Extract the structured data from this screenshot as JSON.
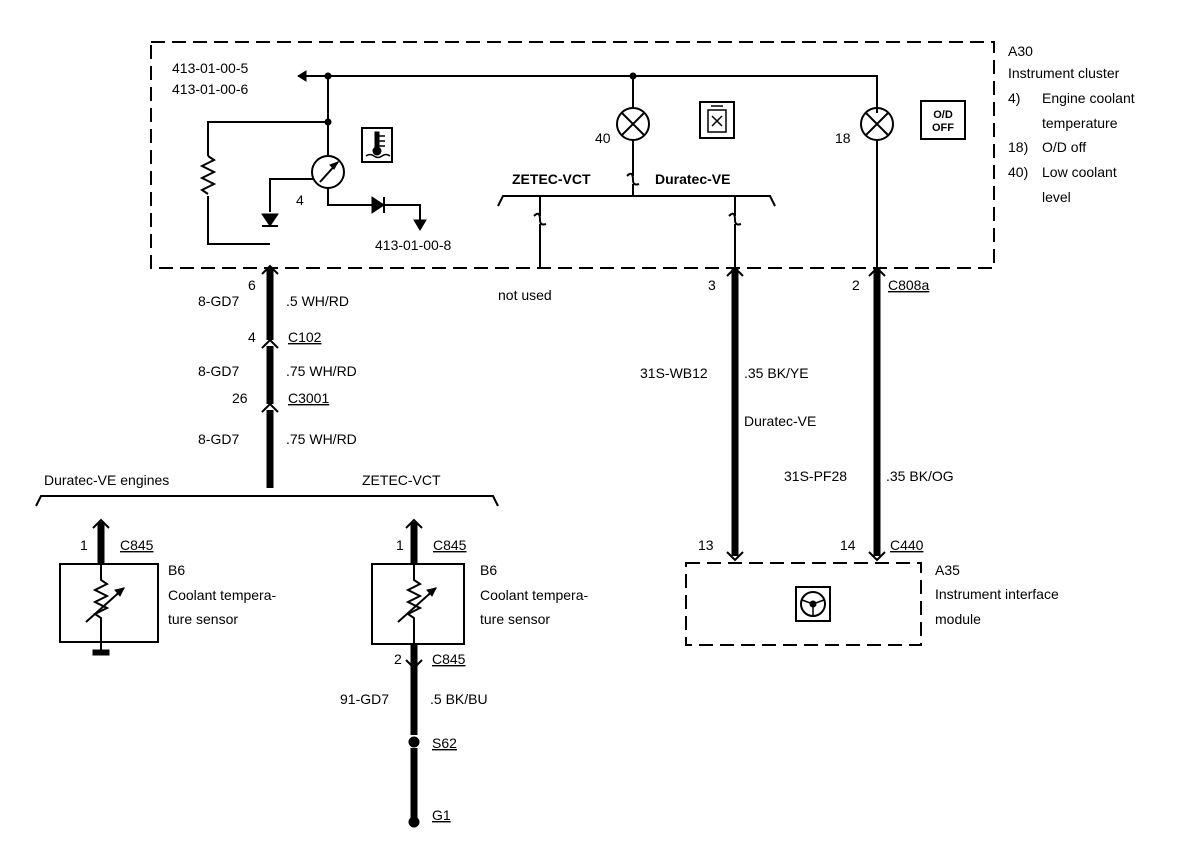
{
  "refs": {
    "r1": "413-01-00-5",
    "r2": "413-01-00-6",
    "r3": "413-01-00-8"
  },
  "a30": {
    "code": "A30",
    "title": "Instrument cluster",
    "items": [
      {
        "num": "4)",
        "lines": [
          "Engine coolant",
          "temperature"
        ]
      },
      {
        "num": "18)",
        "lines": [
          "O/D off"
        ]
      },
      {
        "num": "40)",
        "lines": [
          "Low coolant",
          "level"
        ]
      }
    ]
  },
  "od_box": [
    "O/D",
    "OFF"
  ],
  "pins": {
    "gauge": "4",
    "lamp40": "40",
    "lamp18": "18",
    "c6": "6",
    "c4": "4",
    "c26": "26",
    "c3": "3",
    "c2": "2",
    "c13": "13",
    "c14": "14",
    "s1a": "1",
    "s1b": "1",
    "s2": "2"
  },
  "branch_top": {
    "left": "ZETEC-VCT",
    "right": "Duratec-VE"
  },
  "branch_bottom": {
    "left": "Duratec-VE engines",
    "right": "ZETEC-VCT"
  },
  "not_used": "not used",
  "connectors": {
    "c808a": "C808a",
    "c102": "C102",
    "c3001": "C3001",
    "c845a": "C845",
    "c845b": "C845",
    "c845c": "C845",
    "c440": "C440",
    "s62": "S62",
    "g1": "G1"
  },
  "wires": [
    {
      "code": "8-GD7",
      "spec": ".5 WH/RD"
    },
    {
      "code": "8-GD7",
      "spec": ".75 WH/RD"
    },
    {
      "code": "8-GD7",
      "spec": ".75 WH/RD"
    },
    {
      "code": "31S-WB12",
      "spec": ".35 BK/YE"
    },
    {
      "code": "31S-PF28",
      "spec": ".35 BK/OG"
    },
    {
      "code": "91-GD7",
      "spec": ".5 BK/BU"
    }
  ],
  "duratec_ve_label": "Duratec-VE",
  "b6a": {
    "code": "B6",
    "lines": [
      "Coolant tempera-",
      "ture sensor"
    ]
  },
  "b6b": {
    "code": "B6",
    "lines": [
      "Coolant tempera-",
      "ture sensor"
    ]
  },
  "a35": {
    "code": "A35",
    "lines": [
      "Instrument interface",
      "module"
    ]
  }
}
